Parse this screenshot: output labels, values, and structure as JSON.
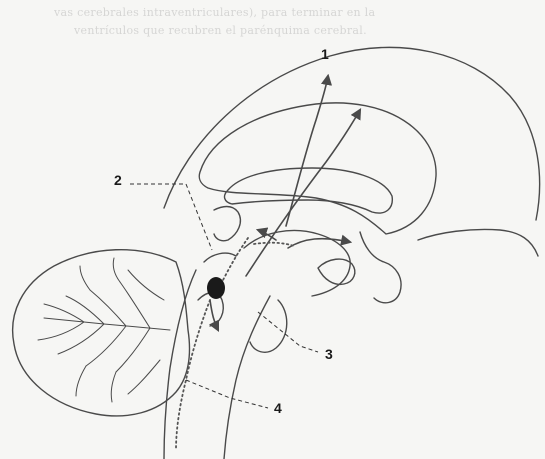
{
  "bleed_through": [
    "vas cerebrales intraventriculares), para terminar en la",
    "ventrículos que recubren el parénquima cerebral."
  ],
  "callouts": [
    "1",
    "2",
    "3",
    "4"
  ],
  "colors": {
    "background": "#f6f6f4",
    "line": "#4a4a4a",
    "dots": "#555555",
    "blob": "#1a1a1a"
  }
}
